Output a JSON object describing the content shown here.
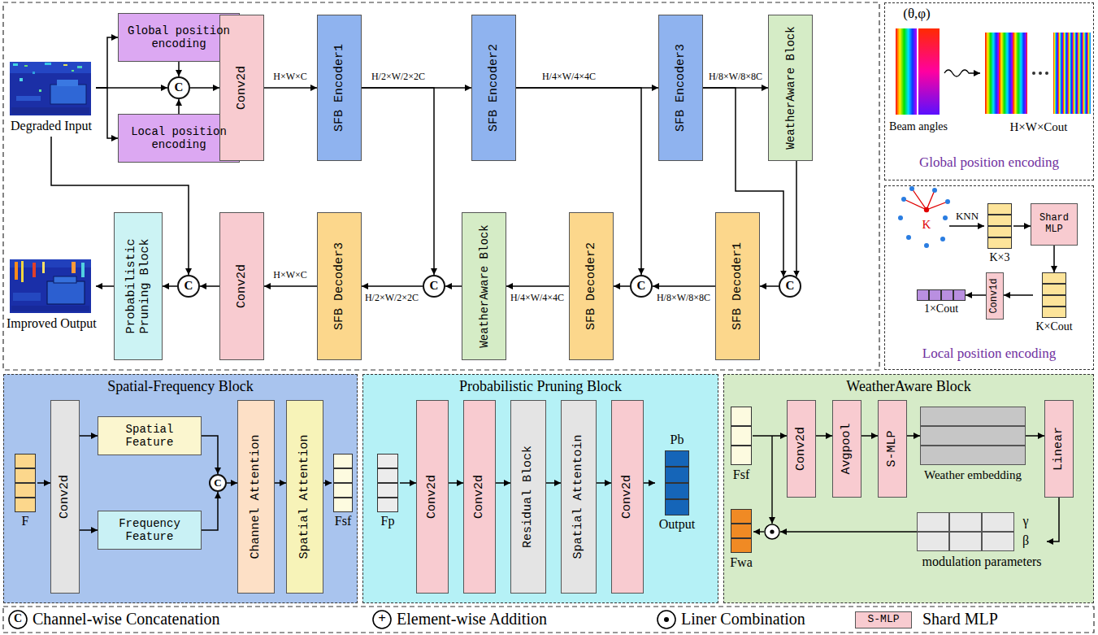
{
  "diagram": {
    "nodes": [
      {
        "text": [
          "Degraded Input"
        ]
      },
      {
        "text": [
          "Global position encoding"
        ]
      },
      {
        "text": [
          "C"
        ]
      },
      {
        "text": [
          "Local position encoding"
        ]
      },
      {
        "text": [
          "Conv2d"
        ]
      },
      {
        "text": [
          "SFB Encoder1"
        ]
      },
      {
        "text": [
          "SFB Encoder2"
        ]
      },
      {
        "text": [
          "SFB Encoder3"
        ]
      },
      {
        "text": [
          "WeatherAware Block"
        ]
      },
      {
        "text": [
          "Improved Output"
        ]
      },
      {
        "text": [
          "Probabilistic Pruning Block"
        ]
      },
      {
        "text": [
          "C"
        ]
      },
      {
        "text": [
          "Conv2d"
        ]
      },
      {
        "text": [
          "SFB Decoder3"
        ]
      },
      {
        "text": [
          "C"
        ]
      },
      {
        "text": [
          "WeatherAware Block"
        ]
      },
      {
        "text": [
          "SFB Decoder2"
        ]
      },
      {
        "text": [
          "C"
        ]
      },
      {
        "text": [
          "SFB Decoder1"
        ]
      },
      {
        "text": [
          "C"
        ]
      },
      {
        "text": [
          "Global position encoding"
        ]
      },
      {
        "text": [
          "Local position encoding"
        ]
      },
      {
        "text": [
          "K×3"
        ],
        "in": 21
      },
      {
        "text": [
          "Shard MLP"
        ],
        "in": 21
      },
      {
        "text": [
          "K×Cout"
        ],
        "in": 21
      },
      {
        "text": [
          "Conv1d"
        ],
        "in": 21
      },
      {
        "text": [
          "1×Cout"
        ],
        "in": 21
      },
      {
        "text": [
          "Spatial-Frequency Block"
        ]
      },
      {
        "text": [
          "F"
        ],
        "in": 27
      },
      {
        "text": [
          "Conv2d"
        ],
        "in": 27
      },
      {
        "text": [
          "Spatial Feature"
        ],
        "in": 27
      },
      {
        "text": [
          "Frequency Feature"
        ],
        "in": 27
      },
      {
        "text": [
          "C"
        ],
        "in": 27
      },
      {
        "text": [
          "Channel Attention"
        ],
        "in": 27
      },
      {
        "text": [
          "Spatial Attention"
        ],
        "in": 27
      },
      {
        "text": [
          "Fsf"
        ],
        "in": 27
      },
      {
        "text": [
          "Probabilistic Pruning Block"
        ]
      },
      {
        "text": [
          "Fp"
        ],
        "in": 36
      },
      {
        "text": [
          "Conv2d"
        ],
        "in": 36
      },
      {
        "text": [
          "Conv2d"
        ],
        "in": 36
      },
      {
        "text": [
          "Residual Block"
        ],
        "in": 36
      },
      {
        "text": [
          "Spatial Attentoin"
        ],
        "in": 36
      },
      {
        "text": [
          "Conv2d"
        ],
        "in": 36
      },
      {
        "text": [
          "Pb",
          "Output"
        ],
        "in": 36
      },
      {
        "text": [
          "WeatherAware Block"
        ]
      },
      {
        "text": [
          "Fsf"
        ],
        "in": 44
      },
      {
        "text": [
          "Conv2d"
        ],
        "in": 44
      },
      {
        "text": [
          "Avgpool"
        ],
        "in": 44
      },
      {
        "text": [
          "S-MLP"
        ],
        "in": 44
      },
      {
        "text": [
          "Weather embedding"
        ],
        "in": 44
      },
      {
        "text": [
          "Linear"
        ],
        "in": 44
      },
      {
        "text": [
          "γ",
          "β",
          "modulation parameters"
        ],
        "in": 44
      },
      {
        "text": [
          "Fwa"
        ],
        "in": 44
      }
    ],
    "edges": [
      {
        "from": 0,
        "to": 1,
        "arrow": "to"
      },
      {
        "from": 0,
        "to": 3,
        "arrow": "to"
      },
      {
        "from": 0,
        "to": 2,
        "arrow": "to"
      },
      {
        "from": 1,
        "to": 2,
        "arrow": "to"
      },
      {
        "from": 3,
        "to": 2,
        "arrow": "to"
      },
      {
        "from": 2,
        "to": 4,
        "arrow": "to"
      },
      {
        "from": 4,
        "to": 5,
        "arrow": "to"
      },
      {
        "from": 5,
        "to": 6,
        "arrow": "to"
      },
      {
        "from": 6,
        "to": 7,
        "arrow": "to"
      },
      {
        "from": 7,
        "to": 8,
        "arrow": "to"
      },
      {
        "from": 8,
        "to": 19,
        "arrow": "to"
      },
      {
        "from": 7,
        "to": 19,
        "arrow": "to"
      },
      {
        "from": 6,
        "to": 17,
        "arrow": "to"
      },
      {
        "from": 5,
        "to": 14,
        "arrow": "to"
      },
      {
        "from": 19,
        "to": 18,
        "arrow": "to"
      },
      {
        "from": 18,
        "to": 17,
        "arrow": "to"
      },
      {
        "from": 17,
        "to": 16,
        "arrow": "to"
      },
      {
        "from": 16,
        "to": 15,
        "arrow": "to"
      },
      {
        "from": 15,
        "to": 14,
        "arrow": "to"
      },
      {
        "from": 14,
        "to": 13,
        "arrow": "to"
      },
      {
        "from": 13,
        "to": 12,
        "arrow": "to"
      },
      {
        "from": 12,
        "to": 11,
        "arrow": "to"
      },
      {
        "from": 0,
        "to": 11,
        "arrow": "to"
      },
      {
        "from": 11,
        "to": 10,
        "arrow": "to"
      },
      {
        "from": 10,
        "to": 9,
        "arrow": "to"
      },
      {
        "from": 22,
        "to": 23,
        "arrow": "to"
      },
      {
        "from": 23,
        "to": 24,
        "arrow": "to"
      },
      {
        "from": 24,
        "to": 25,
        "arrow": "to"
      },
      {
        "from": 25,
        "to": 26,
        "arrow": "to"
      },
      {
        "from": 28,
        "to": 29,
        "arrow": "to"
      },
      {
        "from": 29,
        "to": 30,
        "arrow": "to"
      },
      {
        "from": 29,
        "to": 31,
        "arrow": "to"
      },
      {
        "from": 30,
        "to": 32,
        "arrow": "to"
      },
      {
        "from": 31,
        "to": 32,
        "arrow": "to"
      },
      {
        "from": 32,
        "to": 33,
        "arrow": "to"
      },
      {
        "from": 33,
        "to": 34,
        "arrow": "to"
      },
      {
        "from": 34,
        "to": 35,
        "arrow": "to"
      },
      {
        "from": 37,
        "to": 38,
        "arrow": "to"
      },
      {
        "from": 38,
        "to": 39,
        "arrow": "to"
      },
      {
        "from": 39,
        "to": 40,
        "arrow": "to"
      },
      {
        "from": 40,
        "to": 41,
        "arrow": "to"
      },
      {
        "from": 41,
        "to": 42,
        "arrow": "to"
      },
      {
        "from": 42,
        "to": 43,
        "arrow": "to"
      },
      {
        "from": 45,
        "to": 46,
        "arrow": "to"
      },
      {
        "from": 46,
        "to": 47,
        "arrow": "to"
      },
      {
        "from": 47,
        "to": 48,
        "arrow": "to"
      },
      {
        "from": 48,
        "to": 49,
        "arrow": "to"
      },
      {
        "from": 49,
        "to": 50,
        "arrow": "to"
      },
      {
        "from": 50,
        "to": 51,
        "arrow": "to"
      }
    ],
    "labels": [
      "H×W×C",
      "H/2×W/2×2C",
      "H/4×W/4×4C",
      "H/8×W/8×8C",
      "H/8×W/8×8C",
      "H/4×W/4×4C",
      "H/2×W/2×2C",
      "H×W×C",
      "(θ,φ)",
      "Beam angles",
      "H×W×Cout",
      "K",
      "KNN",
      "C",
      "+",
      "S-MLP"
    ],
    "legend": [
      {
        "text": "Channel-wise Concatenation"
      },
      {
        "text": "Element-wise Addition"
      },
      {
        "text": "Liner Combination"
      },
      {
        "text": "Shard MLP",
        "color": "#f8cbd0"
      }
    ]
  }
}
